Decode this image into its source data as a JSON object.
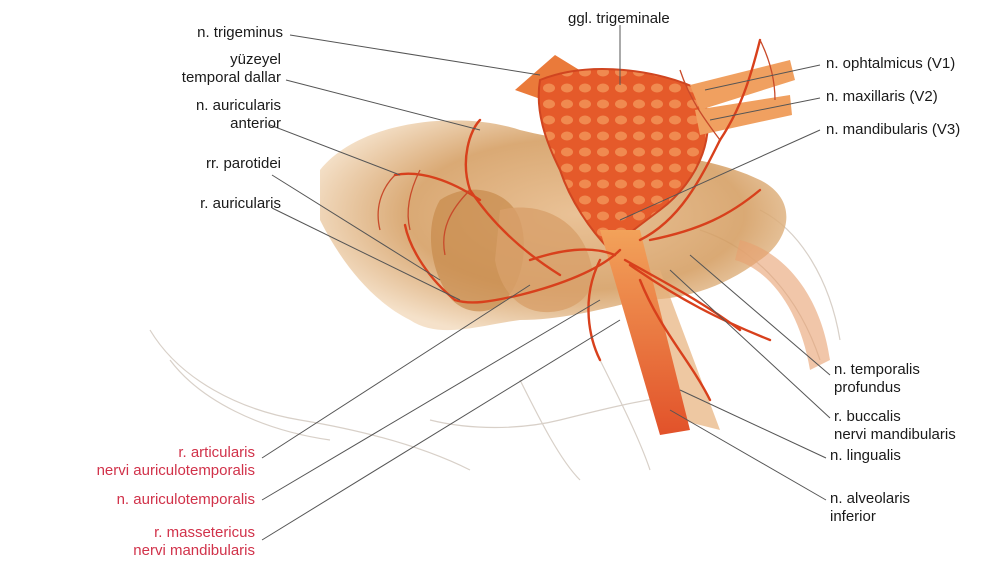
{
  "labels": {
    "trigeminus": "n. trigeminus",
    "yuzeyel_temporal": [
      "yüzeyel",
      "temporal dallar"
    ],
    "auricularis_anterior": [
      "n. auricularis",
      "anterior"
    ],
    "parotidei": "rr. parotidei",
    "r_auricularis": "r. auricularis",
    "ggl_trigeminale": "ggl. trigeminale",
    "ophtalmicus": "n. ophtalmicus (V1)",
    "maxillaris": "n. maxillaris (V2)",
    "mandibularis": "n. mandibularis (V3)",
    "temporalis_profundus": [
      "n. temporalis",
      "profundus"
    ],
    "buccalis": [
      "r. buccalis",
      "nervi mandibularis"
    ],
    "lingualis": "n. lingualis",
    "alveolaris_inferior": [
      "n. alveolaris",
      "inferior"
    ],
    "articularis": [
      "r. articularis",
      "nervi auriculotemporalis"
    ],
    "auriculotemporalis": "n. auriculotemporalis",
    "massetericus": [
      "r. massetericus",
      "nervi mandibularis"
    ]
  },
  "colors": {
    "nerve": "#e8522a",
    "skin": "#d9a56a",
    "leader_line": "#555555",
    "red_label": "#d1324a",
    "black_label": "#1a1a1a"
  }
}
